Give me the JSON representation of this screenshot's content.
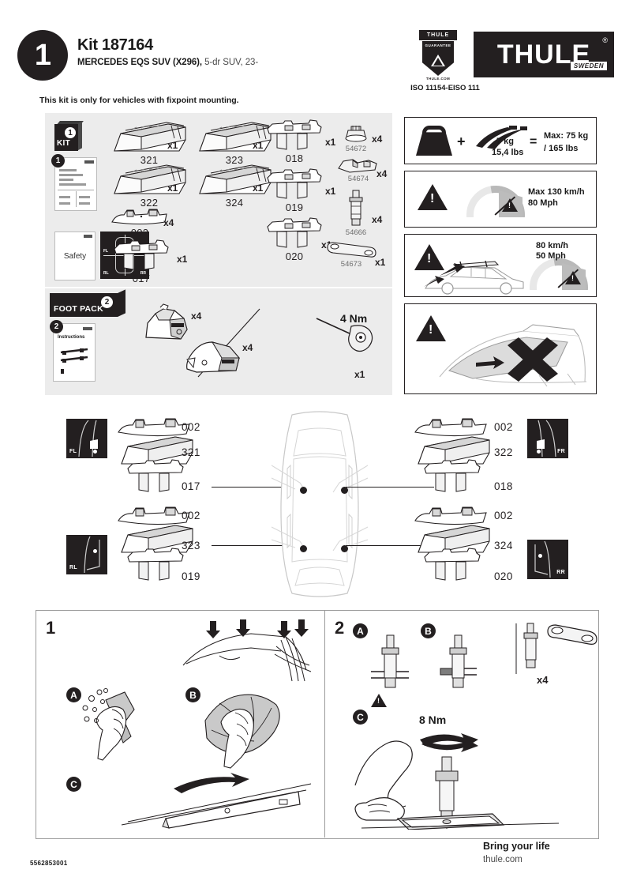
{
  "header": {
    "step_number": "1",
    "kit_title": "Kit 187164",
    "vehicle_bold": "MERCEDES EQS SUV (X296),",
    "vehicle_rest": " 5-dr SUV, 23-",
    "fixpoint_note": "This kit is only for vehicles with fixpoint mounting.",
    "iso_badge": {
      "brand": "THULE",
      "guarantee": "GUARANTEE",
      "dotcom": "THULE.COM",
      "code": "ISO 11154-EISO 111"
    },
    "logo": {
      "word": "THULE",
      "registered": "®",
      "country": "SWEDEN"
    }
  },
  "kit_panel": {
    "box_label": "KIT",
    "box_badge": "1",
    "instruction_badge": "1",
    "safety_label": "Safety",
    "position_card": {
      "fl": "FL",
      "fr": "FR",
      "rl": "RL",
      "rr": "RR"
    },
    "parts": [
      {
        "name": "321",
        "qty": "x1"
      },
      {
        "name": "323",
        "qty": "x1"
      },
      {
        "name": "322",
        "qty": "x1"
      },
      {
        "name": "324",
        "qty": "x1"
      },
      {
        "name": "002",
        "qty": "x4"
      },
      {
        "name": "017",
        "qty": "x1"
      },
      {
        "name": "018",
        "qty": "x1"
      },
      {
        "name": "019",
        "qty": "x1"
      },
      {
        "name": "020",
        "qty": "x1"
      }
    ],
    "hardware": [
      {
        "name": "54672",
        "qty": "x4"
      },
      {
        "name": "54674",
        "qty": "x4"
      },
      {
        "name": "54666",
        "qty": "x4"
      },
      {
        "name": "54673",
        "qty": "x1"
      }
    ]
  },
  "footpack_panel": {
    "banner": "FOOT PACK",
    "banner_badge": "2",
    "doc_badge": "2",
    "doc_label": "Instructions",
    "foot_qty_top": "x4",
    "foot_qty_bottom": "x4",
    "torque": "4 Nm",
    "torque_qty": "x1"
  },
  "warnings": {
    "load": {
      "plus": "+",
      "bar_weight": "7 kg",
      "bar_weight_lbs": "15,4 lbs",
      "equals": "=",
      "max_kg": "Max: 75 kg",
      "max_lbs": "/ 165 lbs"
    },
    "speed_road": {
      "line1": "Max  130 km/h",
      "line2": "80 Mph"
    },
    "speed_load": {
      "line1": "80 km/h",
      "line2": "50 Mph"
    }
  },
  "position_diagram": {
    "front_left": {
      "tag": "FL",
      "codes": [
        "002",
        "321",
        "017"
      ]
    },
    "front_right": {
      "tag": "FR",
      "codes": [
        "002",
        "322",
        "018"
      ]
    },
    "rear_left": {
      "tag": "RL",
      "codes": [
        "002",
        "323",
        "019"
      ]
    },
    "rear_right": {
      "tag": "RR",
      "codes": [
        "002",
        "324",
        "020"
      ]
    }
  },
  "steps": {
    "step1": {
      "number": "1",
      "a": "A",
      "b": "B",
      "c": "C"
    },
    "step2": {
      "number": "2",
      "a": "A",
      "b": "B",
      "c": "C",
      "bolt_qty": "x4",
      "torque": "8 Nm"
    }
  },
  "footer": {
    "doc_code": "5562853001",
    "tagline": "Bring your life",
    "url": "thule.com"
  }
}
